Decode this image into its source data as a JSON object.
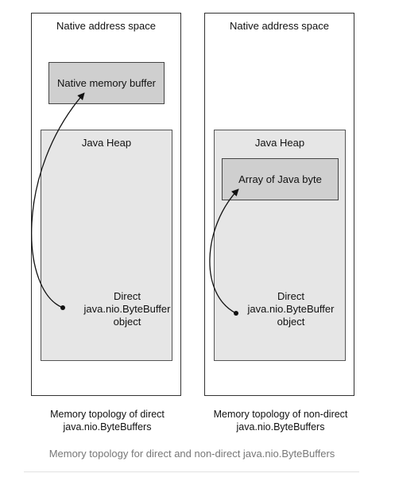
{
  "left_panel": {
    "title": "Native address space",
    "buffer_label": "Native memory buffer",
    "heap_label": "Java Heap",
    "object_label": [
      "Direct",
      "java.nio.ByteBuffer",
      "object"
    ],
    "caption": [
      "Memory topology of direct",
      "java.nio.ByteBuffers"
    ]
  },
  "right_panel": {
    "title": "Native address space",
    "array_label": "Array of Java byte",
    "heap_label": "Java Heap",
    "object_label": [
      "Direct",
      "java.nio.ByteBuffer",
      "object"
    ],
    "caption": [
      "Memory topology of non-direct",
      "java.nio.ByteBuffers"
    ]
  },
  "figure_caption": "Memory topology for direct and non-direct java.nio.ByteBuffers"
}
